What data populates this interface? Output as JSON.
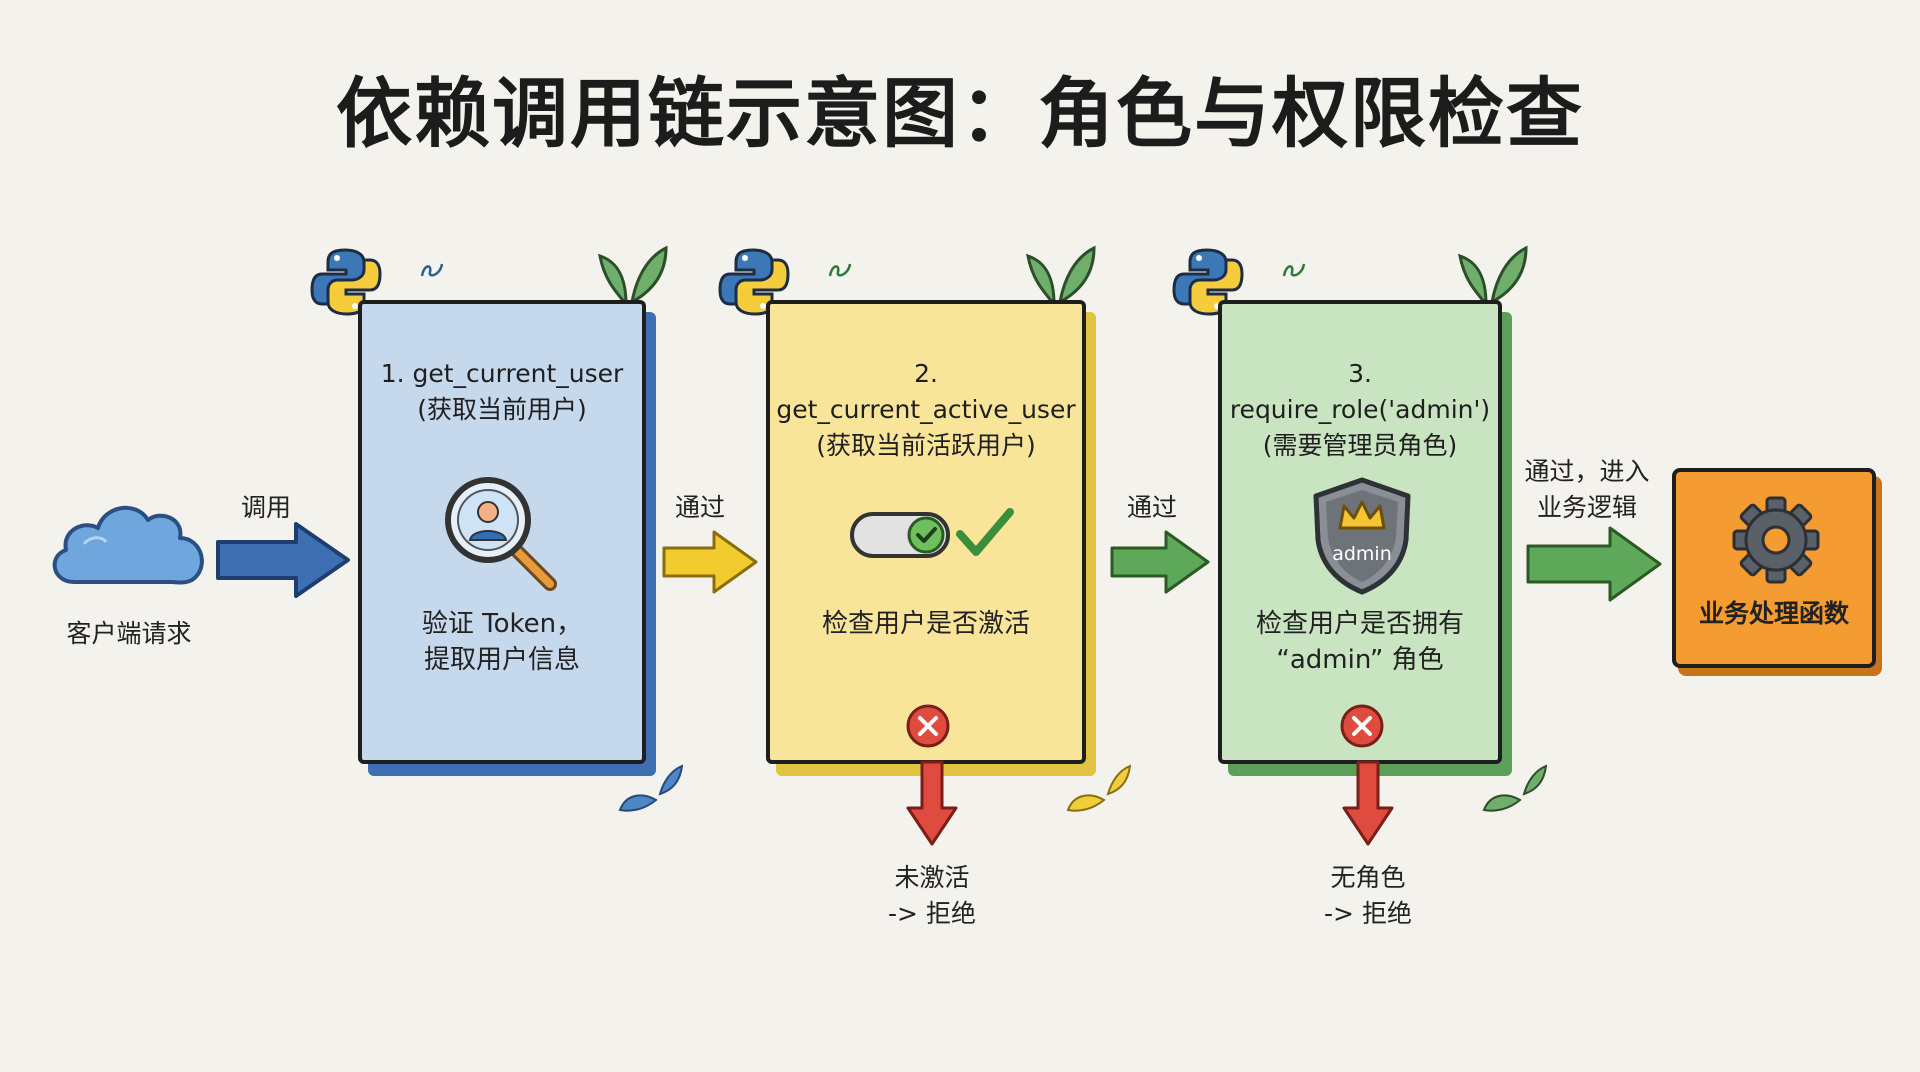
{
  "title": "依赖调用链示意图：角色与权限检查",
  "client": {
    "label": "客户端请求"
  },
  "arrows": {
    "call": "调用",
    "pass1": "通过",
    "pass2": "通过",
    "pass3_line1": "通过，进入",
    "pass3_line2": "业务逻辑"
  },
  "steps": [
    {
      "title": "1. get_current_user",
      "subtitle": "(获取当前用户)",
      "desc_line1": "验证 Token，",
      "desc_line2": "提取用户信息",
      "icon": "magnifier-user-icon"
    },
    {
      "title": "2. get_current_active_user",
      "subtitle": "(获取当前活跃用户)",
      "desc_line1": "检查用户是否激活",
      "icon": "toggle-check-icon",
      "reject_line1": "未激活",
      "reject_line2": "-> 拒绝"
    },
    {
      "title": "3. require_role('admin')",
      "subtitle": "(需要管理员角色)",
      "desc_line1": "检查用户是否拥有",
      "desc_line2": "“admin” 角色",
      "icon": "admin-shield-icon",
      "shield_text": "admin",
      "reject_line1": "无角色",
      "reject_line2": "-> 拒绝"
    }
  ],
  "handler": {
    "label": "业务处理函数",
    "icon": "gear-icon"
  },
  "colors": {
    "blue": "#3f6fb3",
    "yellow": "#e9c933",
    "green": "#5ea85a",
    "orange": "#f49b32",
    "red": "#e04b3f"
  }
}
